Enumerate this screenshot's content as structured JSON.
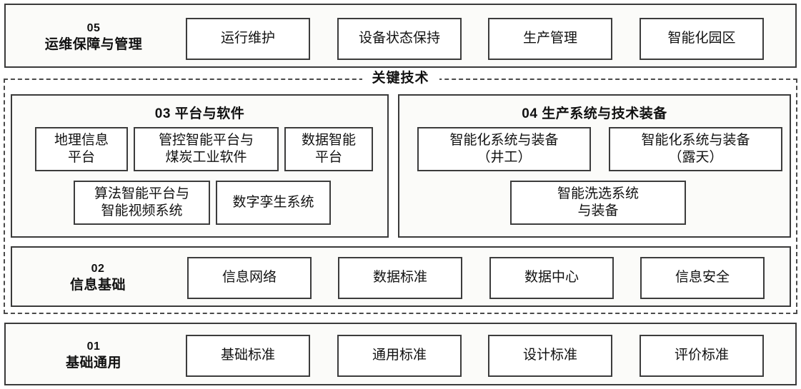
{
  "diagram": {
    "key_technology_label": "关键技术"
  },
  "rows": {
    "r05": {
      "number": "05",
      "name": "运维保障与管理",
      "items": [
        {
          "label": "运行维护"
        },
        {
          "label": "设备状态保持"
        },
        {
          "label": "生产管理"
        },
        {
          "label": "智能化园区"
        }
      ]
    },
    "r03": {
      "title": "03 平台与软件",
      "items": [
        {
          "label": "地理信息\n平台"
        },
        {
          "label": "管控智能平台与\n煤炭工业软件"
        },
        {
          "label": "数据智能\n平台"
        },
        {
          "label": "算法智能平台与\n智能视频系统"
        },
        {
          "label": "数字孪生系统"
        }
      ]
    },
    "r04": {
      "title": "04 生产系统与技术装备",
      "items": [
        {
          "label": "智能化系统与装备\n（井工）"
        },
        {
          "label": "智能化系统与装备\n（露天）"
        },
        {
          "label": "智能洗选系统\n与装备"
        }
      ]
    },
    "r02": {
      "number": "02",
      "name": "信息基础",
      "items": [
        {
          "label": "信息网络"
        },
        {
          "label": "数据标准"
        },
        {
          "label": "数据中心"
        },
        {
          "label": "信息安全"
        }
      ]
    },
    "r01": {
      "number": "01",
      "name": "基础通用",
      "items": [
        {
          "label": "基础标准"
        },
        {
          "label": "通用标准"
        },
        {
          "label": "设计标准"
        },
        {
          "label": "评价标准"
        }
      ]
    }
  },
  "colors": {
    "border": "#3a3a3a",
    "panel_fill": "#fbfbf9",
    "box_fill": "#ffffff",
    "text": "#111111"
  }
}
